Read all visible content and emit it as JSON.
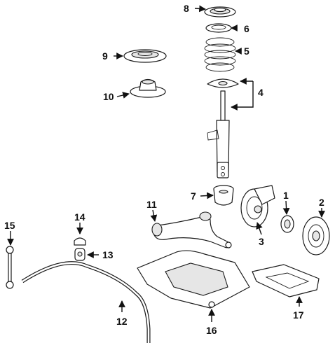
{
  "callouts": [
    {
      "id": "8",
      "text": "8"
    },
    {
      "id": "6",
      "text": "6"
    },
    {
      "id": "5",
      "text": "5"
    },
    {
      "id": "9",
      "text": "9"
    },
    {
      "id": "4",
      "text": "4"
    },
    {
      "id": "10",
      "text": "10"
    },
    {
      "id": "7",
      "text": "7"
    },
    {
      "id": "11",
      "text": "11"
    },
    {
      "id": "1",
      "text": "1"
    },
    {
      "id": "2",
      "text": "2"
    },
    {
      "id": "3",
      "text": "3"
    },
    {
      "id": "15",
      "text": "15"
    },
    {
      "id": "14",
      "text": "14"
    },
    {
      "id": "13",
      "text": "13"
    },
    {
      "id": "12",
      "text": "12"
    },
    {
      "id": "16",
      "text": "16"
    },
    {
      "id": "17",
      "text": "17"
    }
  ],
  "colors": {
    "line": "#1a1a1a",
    "background": "#ffffff",
    "shade": "#e6e6e6"
  }
}
